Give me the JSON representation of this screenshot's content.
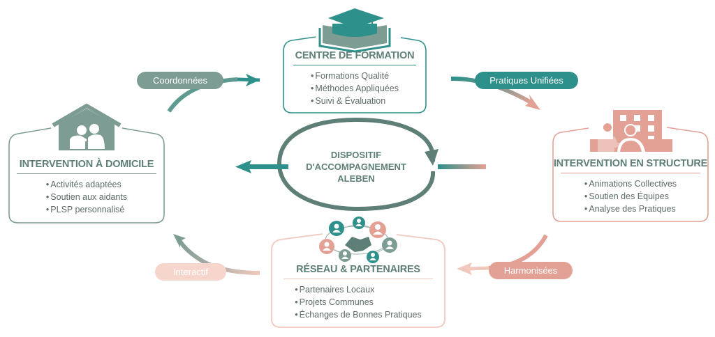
{
  "colors": {
    "teal": "#2d908a",
    "sage": "#7d9c94",
    "salmon": "#e3a195",
    "salmon_light": "#f1c8bd",
    "title_text": "#5e7f77",
    "body_text": "#5d6b68"
  },
  "center": {
    "line1": "DISPOSITIF",
    "line2": "D'ACCOMPAGNEMENT",
    "line3": "ALEBEN"
  },
  "nodes": {
    "formation": {
      "icon": "graduation-cap-book-icon",
      "title": "CENTRE DE FORMATION",
      "items": [
        "Formations Qualité",
        "Méthodes Appliquées",
        "Suivi & Évaluation"
      ]
    },
    "domicile": {
      "icon": "house-family-icon",
      "title": "INTERVENTION À DOMICILE",
      "items": [
        "Activités adaptées",
        "Soutien aux aidants",
        "PLSP personnalisé"
      ]
    },
    "structure": {
      "icon": "building-caregiver-icon",
      "title": "INTERVENTION EN STRUCTURE",
      "items": [
        "Animations Collectives",
        "Soutien des Équipes",
        "Analyse des Pratiques"
      ]
    },
    "reseau": {
      "icon": "network-handshake-icon",
      "title": "RÉSEAU & PARTENAIRES",
      "items": [
        "Partenaires Locaux",
        "Projets Communes",
        "Échanges de Bonnes Pratiques"
      ]
    }
  },
  "connectors": {
    "coordonnees": "Coordonnées",
    "pratiques": "Pratiques Unifiées",
    "harmonisees": "Harmonisées",
    "interactif": "Interactif"
  }
}
